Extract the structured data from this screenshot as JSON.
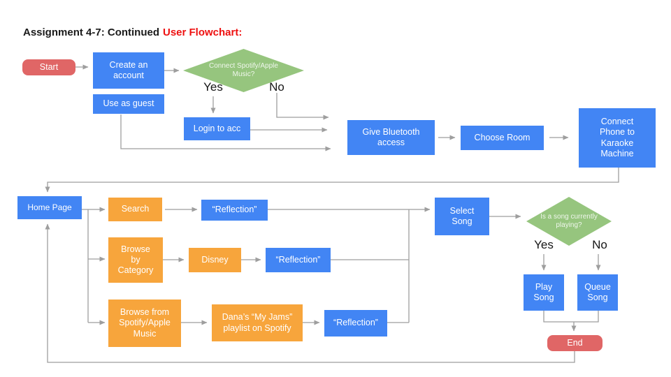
{
  "header": {
    "title": "Assignment 4-7: Continued",
    "subtitle": "User Flowchart:"
  },
  "colors": {
    "process_blue": "#4285F4",
    "option_orange": "#F7A53C",
    "terminator_red": "#E06666",
    "decision_green": "#96C57E",
    "connector_gray": "#9E9E9E",
    "subtitle_red": "#ee1111"
  },
  "nodes": {
    "start": "Start",
    "create_account": "Create an account",
    "use_guest": "Use as guest",
    "connect_question": "Connect Spotify/Apple Music?",
    "login": "Login to acc",
    "bluetooth": "Give Bluetooth access",
    "choose_room": "Choose Room",
    "karaoke": "Connect Phone to Karaoke Machine",
    "home": "Home Page",
    "search": "Search",
    "reflection1": "“Reflection”",
    "browse_category": "Browse by Category",
    "disney": "Disney",
    "reflection2": "“Reflection”",
    "browse_spotify": "Browse from Spotify/Apple Music",
    "danas_playlist": "Dana’s “My Jams” playlist on Spotify",
    "reflection3": "“Reflection”",
    "select_song": "Select Song",
    "playing_question": "Is a song currently playing?",
    "play_song": "Play Song",
    "queue_song": "Queue Song",
    "end": "End"
  },
  "edge_labels": {
    "yes1": "Yes",
    "no1": "No",
    "yes2": "Yes",
    "no2": "No"
  }
}
